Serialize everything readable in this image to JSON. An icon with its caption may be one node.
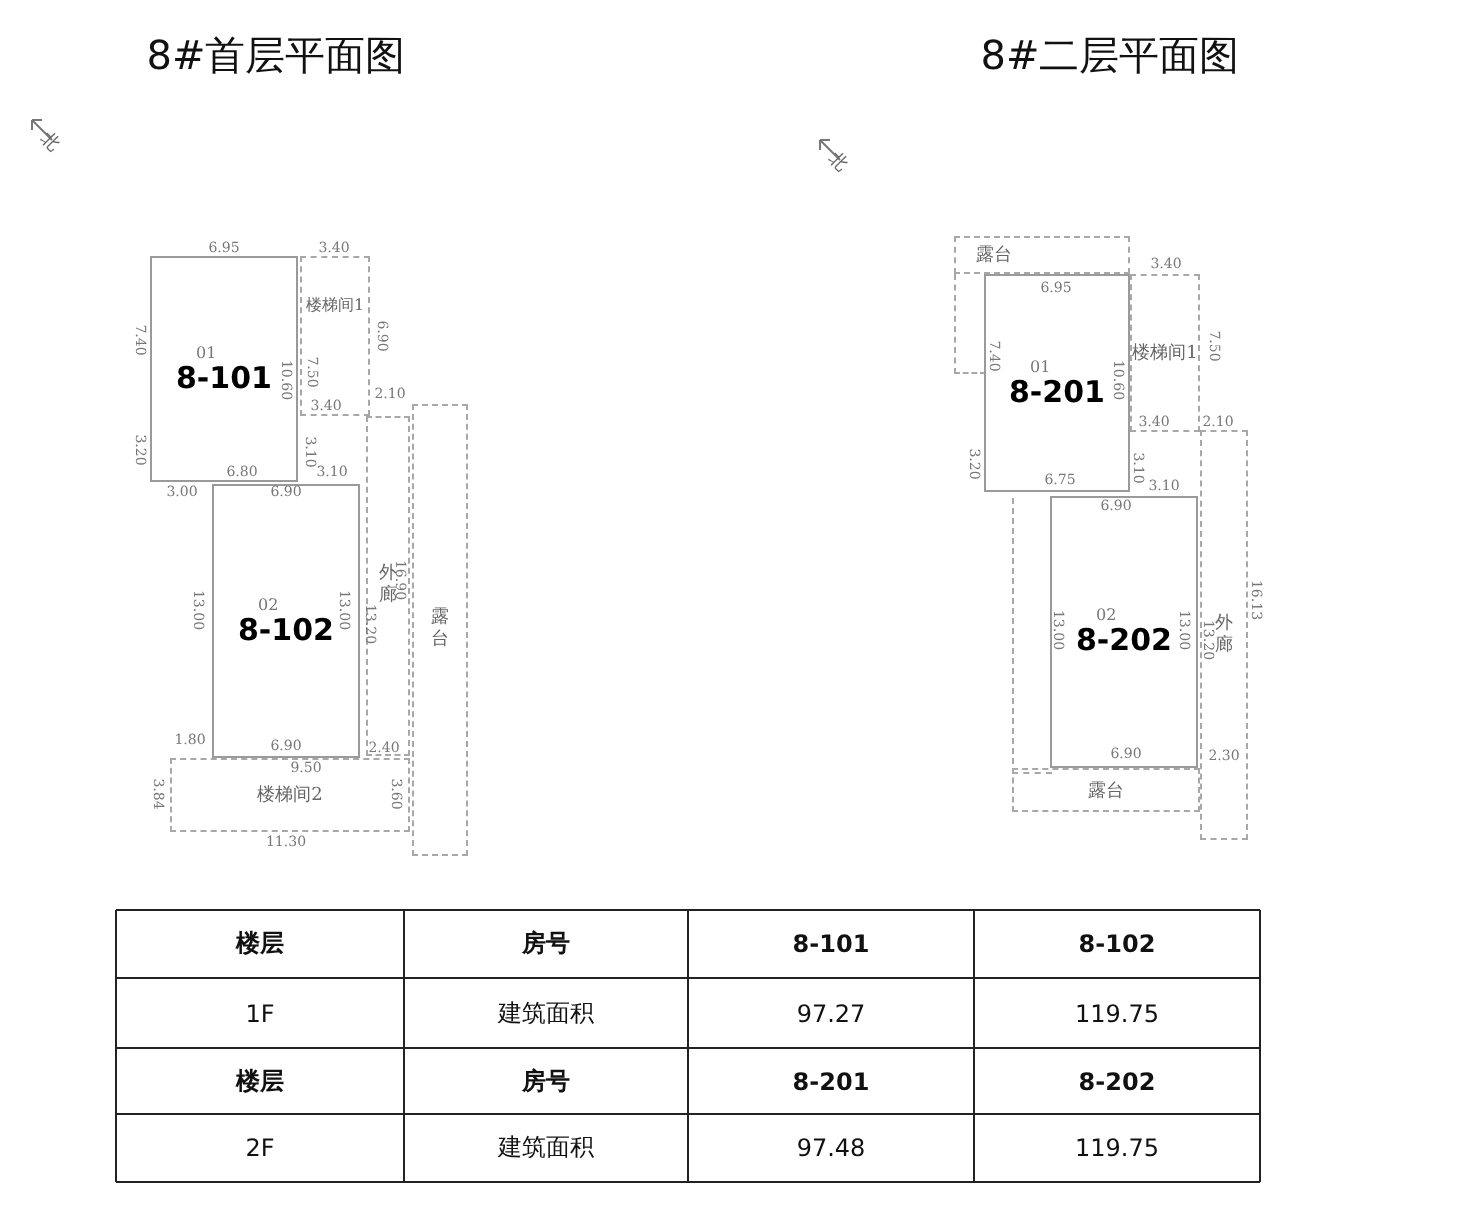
{
  "diagram": {
    "nodes": [
      {
        "text": [
          "01",
          "8-101"
        ]
      },
      {
        "text": [
          "楼梯间1"
        ]
      },
      {
        "text": [
          "外廊"
        ]
      },
      {
        "text": [
          "露台"
        ]
      },
      {
        "text": [
          "02",
          "8-102"
        ]
      },
      {
        "text": [
          "楼梯间2"
        ]
      },
      {
        "text": [
          "露台"
        ]
      },
      {
        "text": [
          "01",
          "8-201"
        ]
      },
      {
        "text": [
          "楼梯间1"
        ]
      },
      {
        "text": [
          "外廊"
        ]
      },
      {
        "text": [
          "露台"
        ]
      },
      {
        "text": [
          "02",
          "8-202"
        ]
      }
    ],
    "edges": [],
    "labels": [
      "8#首层平面图",
      "8#二层平面图",
      "北",
      "北",
      "6.95",
      "3.40",
      "7.40",
      "10.60",
      "7.50",
      "6.90",
      "3.40",
      "2.10",
      "3.20",
      "3.10",
      "6.80",
      "3.10",
      "3.00",
      "6.90",
      "13.00",
      "13.00",
      "13.20",
      "16.90",
      "1.80",
      "6.90",
      "2.40",
      "9.50",
      "3.84",
      "3.60",
      "11.30",
      "3.40",
      "6.95",
      "7.40",
      "7.50",
      "10.60",
      "3.40",
      "2.10",
      "3.20",
      "3.10",
      "6.75",
      "3.10",
      "6.90",
      "13.00",
      "13.00",
      "13.20",
      "16.13",
      "6.90",
      "2.30",
      "楼层",
      "房号",
      "8-101",
      "8-102",
      "1F",
      "建筑面积",
      "97.27",
      "119.75",
      "楼层",
      "房号",
      "8-201",
      "8-202",
      "2F",
      "建筑面积",
      "97.48",
      "119.75"
    ]
  }
}
